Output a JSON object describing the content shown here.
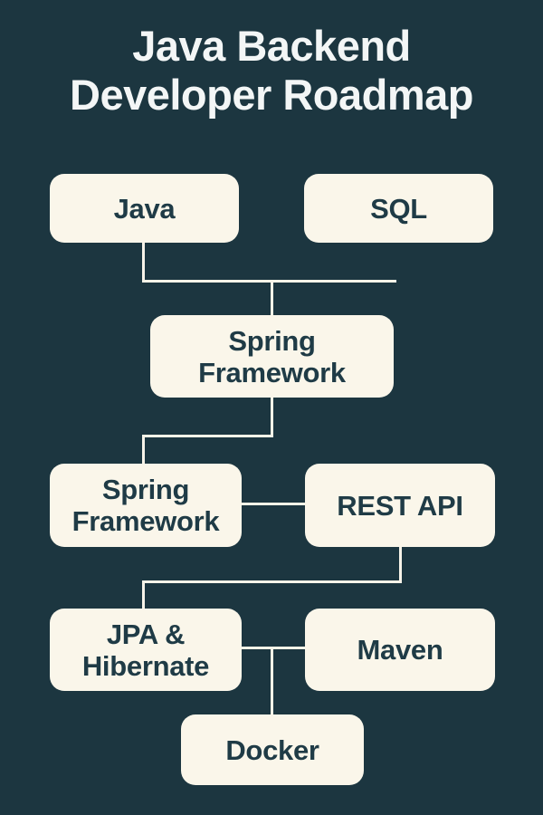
{
  "colors": {
    "background": "#1c3640",
    "node_fill": "#faf6ea",
    "node_text": "#1f3b46",
    "connector": "#f7f3e8",
    "title_text": "#f3f6f6"
  },
  "title": {
    "text": "Java Backend Developer Roadmap",
    "line1": "Java Backend",
    "line2": "Developer Roadmap"
  },
  "nodes": {
    "java": {
      "label": "Java"
    },
    "sql": {
      "label": "SQL"
    },
    "spring_framework": {
      "label": "Spring Framework"
    },
    "spring_framework_2": {
      "label": "Spring Framework"
    },
    "rest_api": {
      "label": "REST API"
    },
    "jpa_hibernate": {
      "label": "JPA & Hibernate"
    },
    "maven": {
      "label": "Maven"
    },
    "docker": {
      "label": "Docker"
    }
  },
  "edges": [
    {
      "from": "java",
      "to": "spring_framework"
    },
    {
      "from": "sql",
      "to": "spring_framework"
    },
    {
      "from": "spring_framework",
      "to": "spring_framework_2"
    },
    {
      "from": "spring_framework_2",
      "to": "rest_api"
    },
    {
      "from": "rest_api",
      "to": "jpa_hibernate"
    },
    {
      "from": "jpa_hibernate",
      "to": "maven"
    },
    {
      "from": "jpa_hibernate",
      "to": "docker"
    },
    {
      "from": "maven",
      "to": "docker"
    }
  ]
}
